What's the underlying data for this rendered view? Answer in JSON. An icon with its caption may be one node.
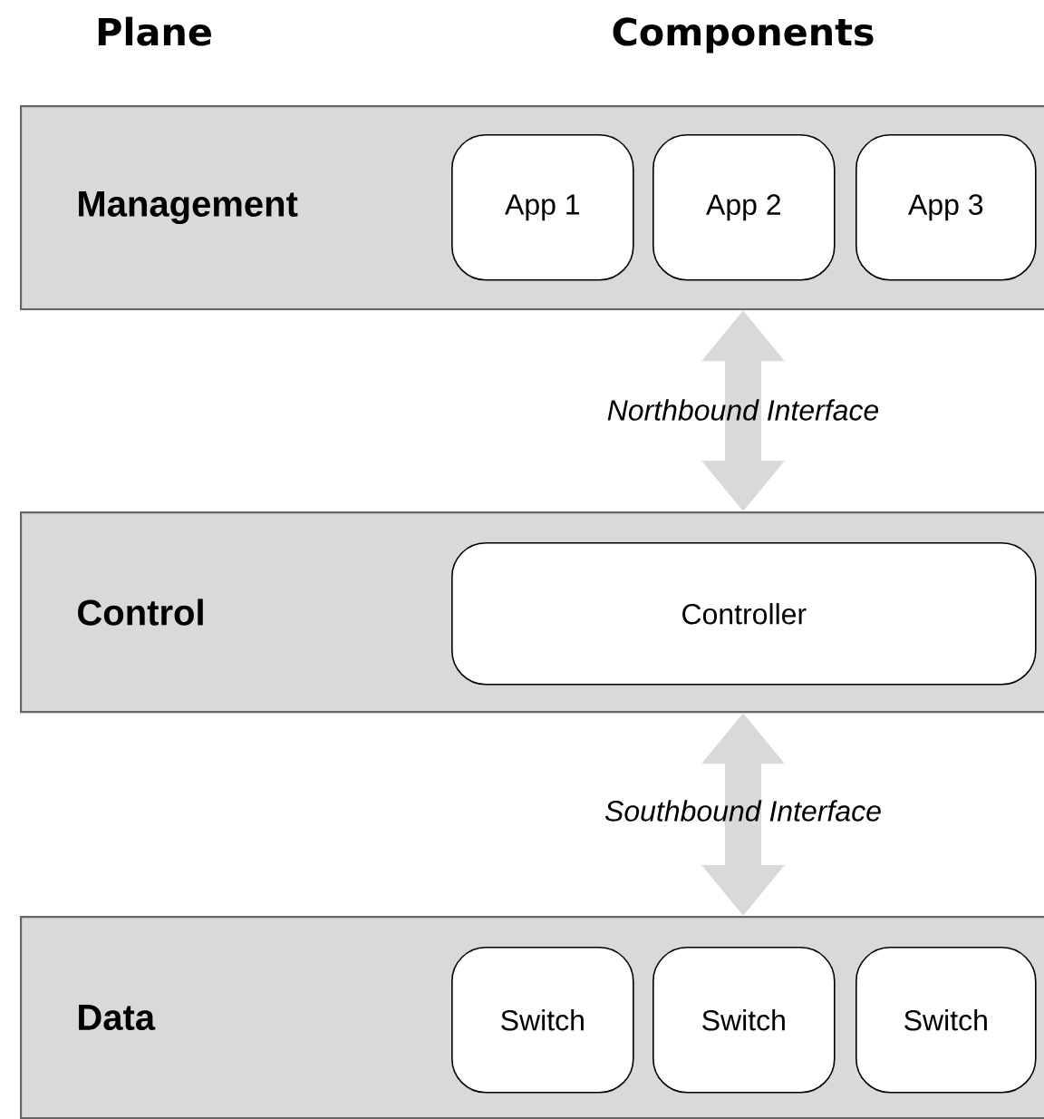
{
  "diagram": {
    "nodes": [
      {
        "text": [
          "Management"
        ]
      },
      {
        "text": [
          "App 1"
        ],
        "in": 0
      },
      {
        "text": [
          "App 2"
        ],
        "in": 0
      },
      {
        "text": [
          "App 3"
        ],
        "in": 0
      },
      {
        "text": [
          "Control"
        ]
      },
      {
        "text": [
          "Controller"
        ],
        "in": 4
      },
      {
        "text": [
          "Data"
        ]
      },
      {
        "text": [
          "Switch"
        ],
        "in": 6
      },
      {
        "text": [
          "Switch"
        ],
        "in": 6
      },
      {
        "text": [
          "Switch"
        ],
        "in": 6
      }
    ],
    "edges": [
      {
        "from": 0,
        "to": 4,
        "arrow": "both",
        "label": "Northbound Interface"
      },
      {
        "from": 4,
        "to": 6,
        "arrow": "both",
        "label": "Southbound Interface"
      }
    ],
    "labels": [
      "Plane",
      "Components"
    ]
  }
}
